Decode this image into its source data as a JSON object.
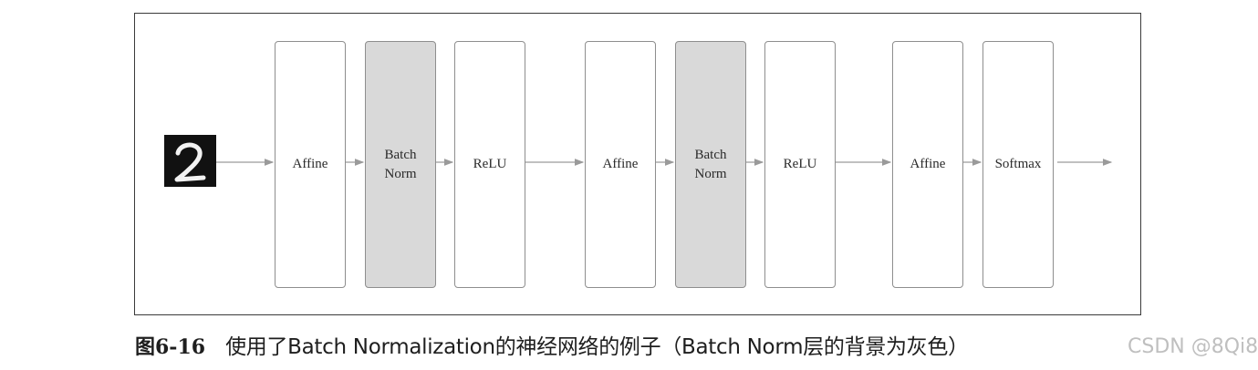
{
  "figure": {
    "input_icon": "handwritten-digit-2-icon",
    "layers": [
      {
        "label": "Affine",
        "type": "affine"
      },
      {
        "label": "Batch\nNorm",
        "type": "batch-norm"
      },
      {
        "label": "ReLU",
        "type": "relu"
      },
      {
        "label": "Affine",
        "type": "affine"
      },
      {
        "label": "Batch\nNorm",
        "type": "batch-norm"
      },
      {
        "label": "ReLU",
        "type": "relu"
      },
      {
        "label": "Affine",
        "type": "affine"
      },
      {
        "label": "Softmax",
        "type": "softmax"
      }
    ],
    "colors": {
      "batch_norm_fill": "#d9d9d9",
      "layer_fill": "#ffffff",
      "layer_border": "#8e8e8e",
      "arrow": "#9a9a9a"
    }
  },
  "caption": {
    "number": "图6-16",
    "text": "使用了Batch Normalization的神经网络的例子（Batch Norm层的背景为灰色）"
  },
  "watermark": {
    "text": "CSDN @8Qi8"
  }
}
